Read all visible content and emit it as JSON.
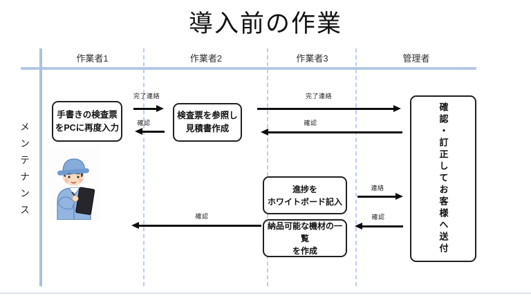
{
  "title": "導入前の作業",
  "side_label": "メンテナンス",
  "lanes": [
    {
      "label": "作業者1"
    },
    {
      "label": "作業者2"
    },
    {
      "label": "作業者3"
    },
    {
      "label": "管理者"
    }
  ],
  "boxes": {
    "box1": "手書きの検査票\nをPCに再度入力",
    "box2": "検査票を参照し\n見積書作成",
    "box3": "進捗を\nホワイトボード記入",
    "box4": "納品可能な機材の一覧\nを作成",
    "manager": "確認・訂正してお客様へ送付"
  },
  "arrow_labels": {
    "a1": "完了連絡",
    "a2": "確認",
    "a3": "完了連絡",
    "a4": "確認",
    "a5": "連絡",
    "a6": "確認",
    "a7": "確認"
  },
  "illustration": "worker-with-clipboard",
  "colors": {
    "lane_line": "#b4c7e7",
    "arrow": "#0d0d0d",
    "box_border": "#1f1f1f"
  }
}
